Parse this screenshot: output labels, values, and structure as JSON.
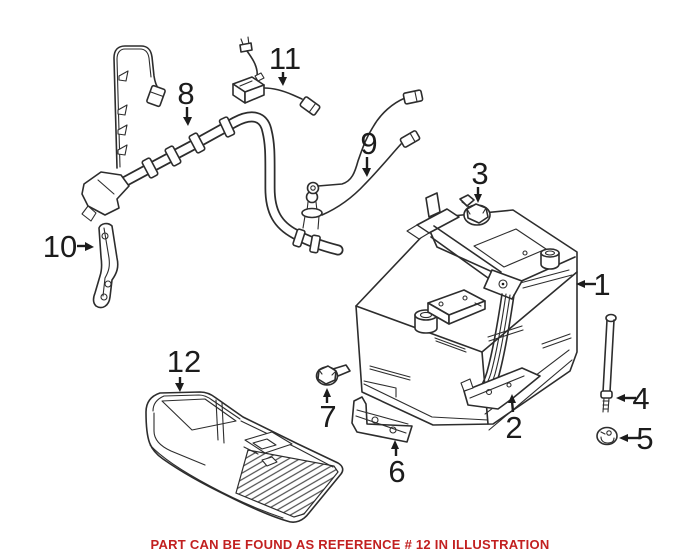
{
  "figure": {
    "type": "parts-diagram",
    "subject": "vehicle battery, cables, tray and mounting hardware exploded illustration"
  },
  "colors": {
    "line": "#2d2d2d",
    "background": "#ffffff",
    "caption_red": "#c22020"
  },
  "caption": {
    "text": "PART CAN BE FOUND AS REFERENCE # 12 IN ILLUSTRATION"
  },
  "callouts": [
    {
      "label": "1",
      "part": "battery"
    },
    {
      "label": "2",
      "part": "hold-down-bracket-lower"
    },
    {
      "label": "3",
      "part": "hex-bolt-top"
    },
    {
      "label": "4",
      "part": "hold-down-rod"
    },
    {
      "label": "5",
      "part": "grommet"
    },
    {
      "label": "6",
      "part": "mounting-bracket"
    },
    {
      "label": "7",
      "part": "hex-bolt-side"
    },
    {
      "label": "8",
      "part": "battery-cable-harness"
    },
    {
      "label": "9",
      "part": "battery-cable"
    },
    {
      "label": "10",
      "part": "support-bracket"
    },
    {
      "label": "11",
      "part": "sensor-cable"
    },
    {
      "label": "12",
      "part": "battery-tray"
    }
  ]
}
